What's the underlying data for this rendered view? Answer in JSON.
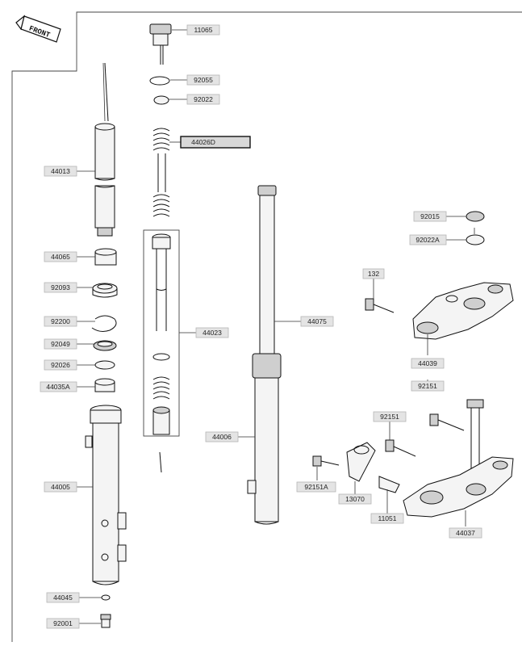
{
  "front_badge": "FRONT",
  "labels": {
    "p11065": "11065",
    "p92055": "92055",
    "p92022": "92022",
    "p44026d": "44026D",
    "p44013": "44013",
    "p44065": "44065",
    "p92093": "92093",
    "p92200": "92200",
    "p92049": "92049",
    "p92026": "92026",
    "p44035a": "44035A",
    "p44005": "44005",
    "p44045": "44045",
    "p92001": "92001",
    "p44023": "44023",
    "p44075": "44075",
    "p44006": "44006",
    "p92015": "92015",
    "p92022a": "92022A",
    "p132": "132",
    "p44039": "44039",
    "p92151a_top": "92151",
    "p92151b": "92151",
    "p92151a": "92151A",
    "p13070": "13070",
    "p11051": "11051",
    "p44037": "44037"
  }
}
